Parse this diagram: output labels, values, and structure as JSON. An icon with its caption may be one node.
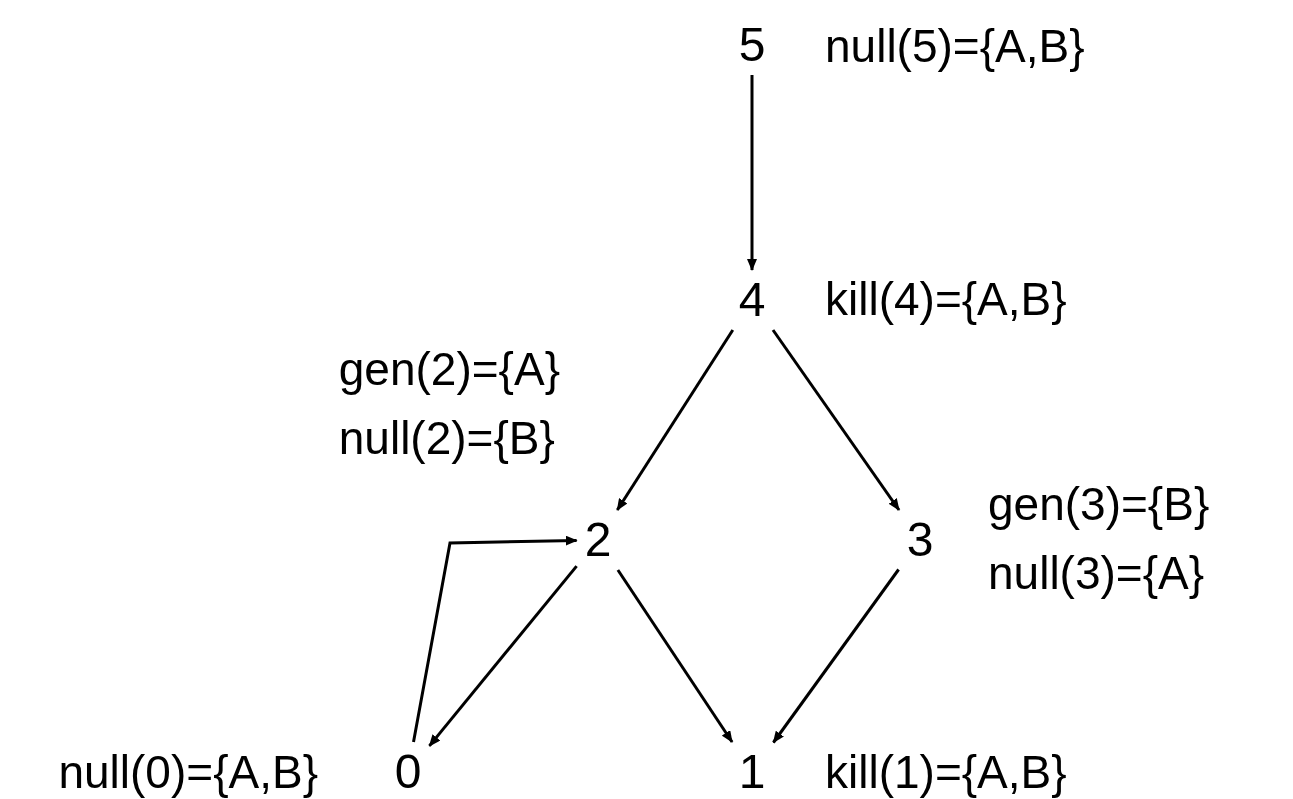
{
  "diagram": {
    "nodes": [
      {
        "text": [
          "5"
        ],
        "beside": [
          "null(5)={A,B}"
        ]
      },
      {
        "text": [
          "4"
        ],
        "beside": [
          "kill(4)={A,B}"
        ]
      },
      {
        "text": [
          "2"
        ],
        "beside": [
          "gen(2)={A}",
          "null(2)={B}"
        ]
      },
      {
        "text": [
          "3"
        ],
        "beside": [
          "gen(3)={B}",
          "null(3)={A}"
        ]
      },
      {
        "text": [
          "0"
        ],
        "beside": [
          "null(0)={A,B}"
        ]
      },
      {
        "text": [
          "1"
        ],
        "beside": [
          "kill(1)={A,B}"
        ]
      }
    ],
    "edges": [
      {
        "from": 0,
        "to": 1,
        "arrow": "to"
      },
      {
        "from": 1,
        "to": 2,
        "arrow": "to"
      },
      {
        "from": 1,
        "to": 3,
        "arrow": "to"
      },
      {
        "from": 2,
        "to": 4,
        "arrow": "to"
      },
      {
        "from": 2,
        "to": 5,
        "arrow": "to"
      },
      {
        "from": 3,
        "to": 5,
        "arrow": "to"
      },
      {
        "from": 4,
        "to": 2,
        "arrow": "to"
      }
    ]
  }
}
